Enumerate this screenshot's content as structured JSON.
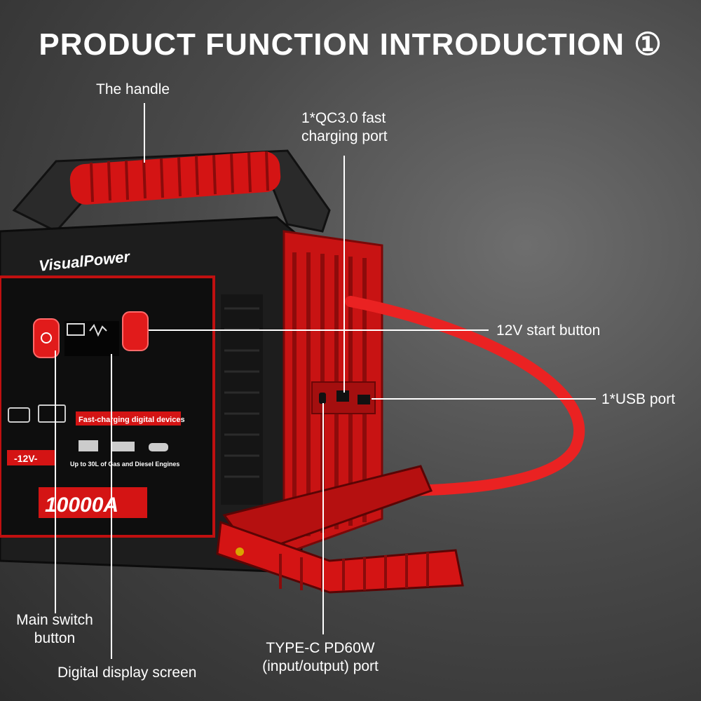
{
  "title": "PRODUCT FUNCTION INTRODUCTION ①",
  "product": {
    "brand": "VisualPower",
    "panel_caption": "Fast-charging digital devices",
    "voltage_badge": "-12V-",
    "engine_caption": "Up to 30L of Gas and Diesel Engines",
    "peak_current": "10000A"
  },
  "callouts": {
    "handle": "The handle",
    "qc_port_line1": "1*QC3.0 fast",
    "qc_port_line2": "charging port",
    "start_button": "12V start button",
    "usb_port": "1*USB port",
    "main_switch_line1": "Main switch",
    "main_switch_line2": "button",
    "display": "Digital display screen",
    "typec_line1": "TYPE-C PD60W",
    "typec_line2": "(input/output) port"
  },
  "colors": {
    "accent": "#e11b1b",
    "body": "#1b1b1b",
    "text": "#ffffff"
  }
}
